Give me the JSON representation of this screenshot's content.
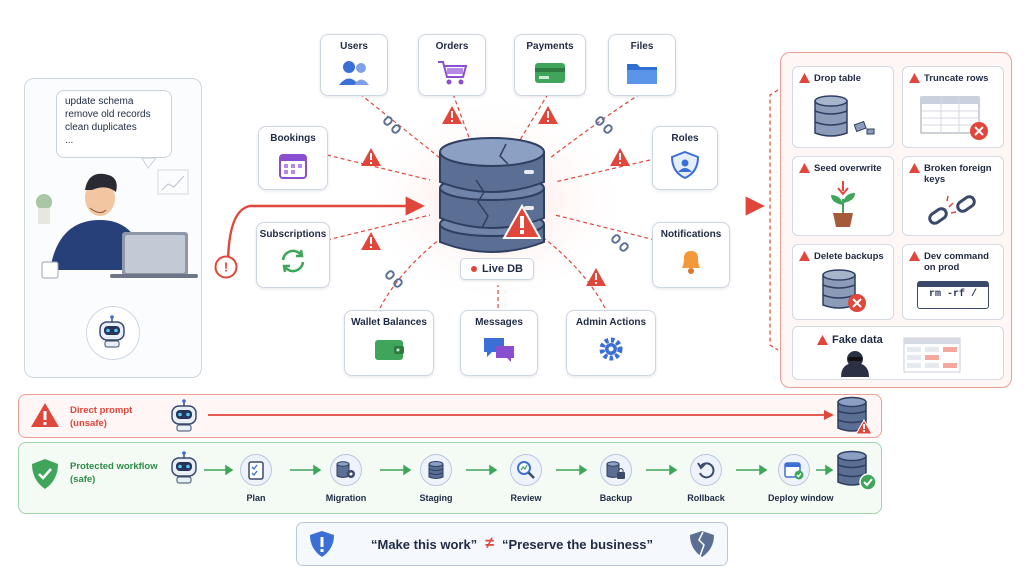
{
  "prompt_lines": [
    "update schema",
    "remove old records",
    "clean duplicates",
    "..."
  ],
  "center_label": "Live DB",
  "services": {
    "users": "Users",
    "orders": "Orders",
    "payments": "Payments",
    "files": "Files",
    "bookings": "Bookings",
    "roles": "Roles",
    "subscriptions": "Subscriptions",
    "notifications": "Notifications",
    "wallet": "Wallet Balances",
    "messages": "Messages",
    "admin": "Admin Actions"
  },
  "risks": {
    "drop_table": "Drop table",
    "truncate_rows": "Truncate rows",
    "seed_overwrite": "Seed overwrite",
    "broken_fk": [
      "Broken foreign",
      "keys"
    ],
    "delete_backups": "Delete backups",
    "dev_command": [
      "Dev command",
      "on prod"
    ],
    "rm_cmd": "rm -rf /",
    "fake_data": "Fake data"
  },
  "direct_prompt": {
    "line1": "Direct prompt",
    "line2": "(unsafe)"
  },
  "protected": {
    "line1": "Protected workflow",
    "line2": "(safe)",
    "steps": [
      "Plan",
      "Migration",
      "Staging",
      "Review",
      "Backup",
      "Rollback",
      "Deploy window"
    ]
  },
  "motto": {
    "left": "“Make this work”",
    "neq": "≠",
    "right": "“Preserve the business”"
  },
  "colors": {
    "danger": "#e0463a",
    "safe": "#3fa55b",
    "db": "#5b6f94",
    "accent": "#3b6fd6"
  }
}
